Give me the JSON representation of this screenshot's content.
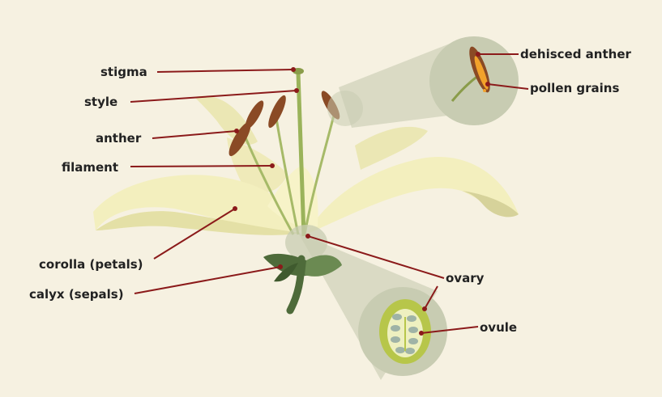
{
  "labels": {
    "stigma": "stigma",
    "style": "style",
    "anther": "anther",
    "filament": "filament",
    "corolla": "corolla (petals)",
    "calyx": "calyx (sepals)",
    "dehisced_anther": "dehisced anther",
    "pollen_grains": "pollen grains",
    "ovary": "ovary",
    "ovule": "ovule"
  },
  "colors": {
    "background": "#f6f1e1",
    "leader_line": "#8b1a1a",
    "petal": "#f3efbe",
    "petal_shadow": "#e4e0a6",
    "stem": "#9ab35a",
    "sepal": "#4e6b3a",
    "anther": "#8a4a25",
    "pollen": "#f2a22b",
    "zoom_circle": "#c8ccb2",
    "ovary_wall": "#b7c64a",
    "ovule": "#9fb3a6"
  }
}
